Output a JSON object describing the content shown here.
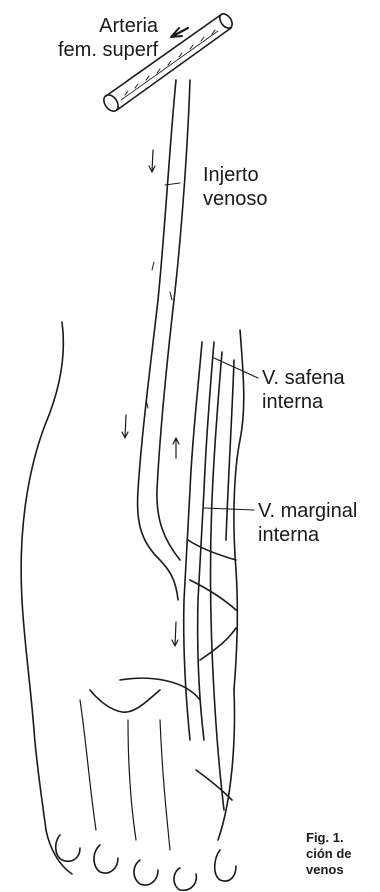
{
  "labels": {
    "arteria_line1": "Arteria",
    "arteria_line2": "fem. superf",
    "injerto_line1": "Injerto",
    "injerto_line2": "venoso",
    "safena_line1": "V. safena",
    "safena_line2": "interna",
    "marginal_line1": "V. marginal",
    "marginal_line2": "interna"
  },
  "caption": {
    "line1": "Fig. 1.",
    "line2": "ción de",
    "line3": "venos"
  },
  "colors": {
    "ink": "#1a1a1a",
    "background": "#ffffff"
  }
}
